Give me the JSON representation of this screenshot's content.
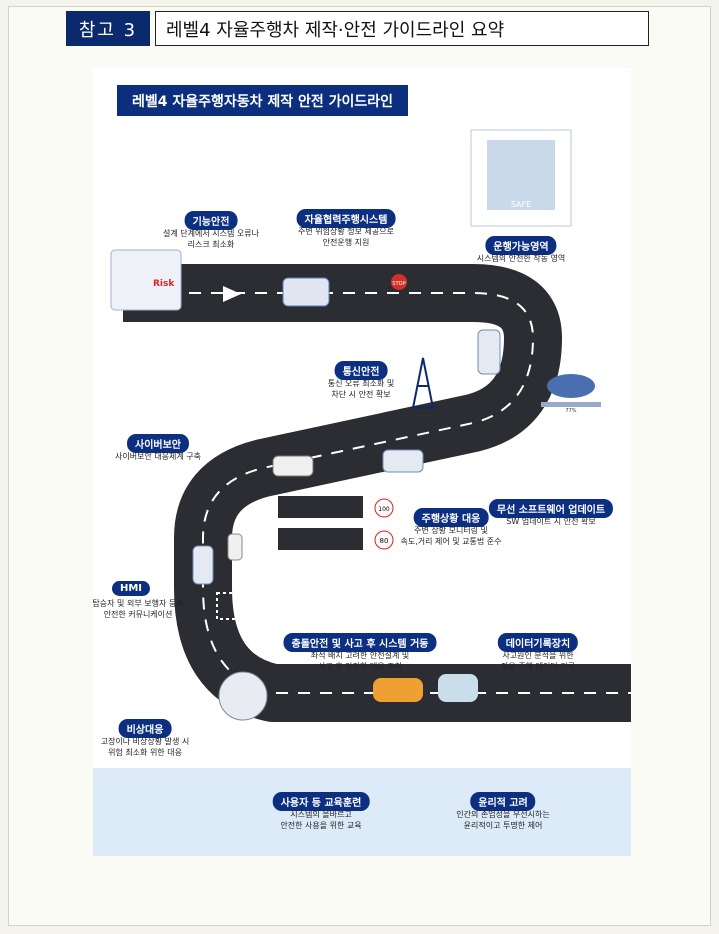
{
  "header": {
    "tag": "참고 3",
    "title": "레벨4 자율주행차 제작·안전 가이드라인 요약"
  },
  "poster": {
    "title": "레벨4 자율주행자동차 제작 안전 가이드라인",
    "items": [
      {
        "label": "기능안전",
        "desc1": "설계 단계에서 시스템 오류나",
        "desc2": "리스크 최소화"
      },
      {
        "label": "자율협력주행시스템",
        "desc1": "주변 위험상황 정보 제공으로",
        "desc2": "안전운행 지원"
      },
      {
        "label": "운행가능영역",
        "desc1": "시스템의 안전한 작동 영역",
        "desc2": ""
      },
      {
        "label": "통신안전",
        "desc1": "통신 오류 최소화 및",
        "desc2": "차단 시 안전 확보"
      },
      {
        "label": "사이버보안",
        "desc1": "사이버보안 대응체계 구축",
        "desc2": ""
      },
      {
        "label": "무선 소프트웨어 업데이트",
        "desc1": "SW 업데이트 시 안전 확보",
        "desc2": ""
      },
      {
        "label": "주행상황 대응",
        "desc1": "주변 상황 모니터링 및",
        "desc2": "속도,거리 제어 및 교통법 준수"
      },
      {
        "label": "HMI",
        "desc1": "탑승자 및 외부 보행자 등과",
        "desc2": "안전한 커뮤니케이션"
      },
      {
        "label": "충돌안전 및 사고 후 시스템 거동",
        "desc1": "좌석 배치 고려한 안전설계 및",
        "desc2": "사고 후 안전한 대응 조치"
      },
      {
        "label": "데이터기록장치",
        "desc1": "사고원인 분석을 위한",
        "desc2": "자율 주행 데이터 기록"
      },
      {
        "label": "비상대응",
        "desc1": "고장이나 비상상황 발생 시",
        "desc2": "위험 최소화 위한 대응"
      },
      {
        "label": "사용자 등 교육훈련",
        "desc1": "시스템의 올바르고",
        "desc2": "안전한 사용을 위한 교육"
      },
      {
        "label": "윤리적 고려",
        "desc1": "인간의 존엄성을 우선시하는",
        "desc2": "윤리적이고 투명한 제어"
      }
    ],
    "signs": {
      "risk": "Risk",
      "safe": "SAFE",
      "stop": "STOP",
      "speed1": "100",
      "speed2": "80",
      "pct": "77%"
    }
  },
  "colors": {
    "navy": "#0b2a6e",
    "label": "#0c2f82",
    "road": "#2b2d33",
    "bottom": "#dcebf7"
  }
}
